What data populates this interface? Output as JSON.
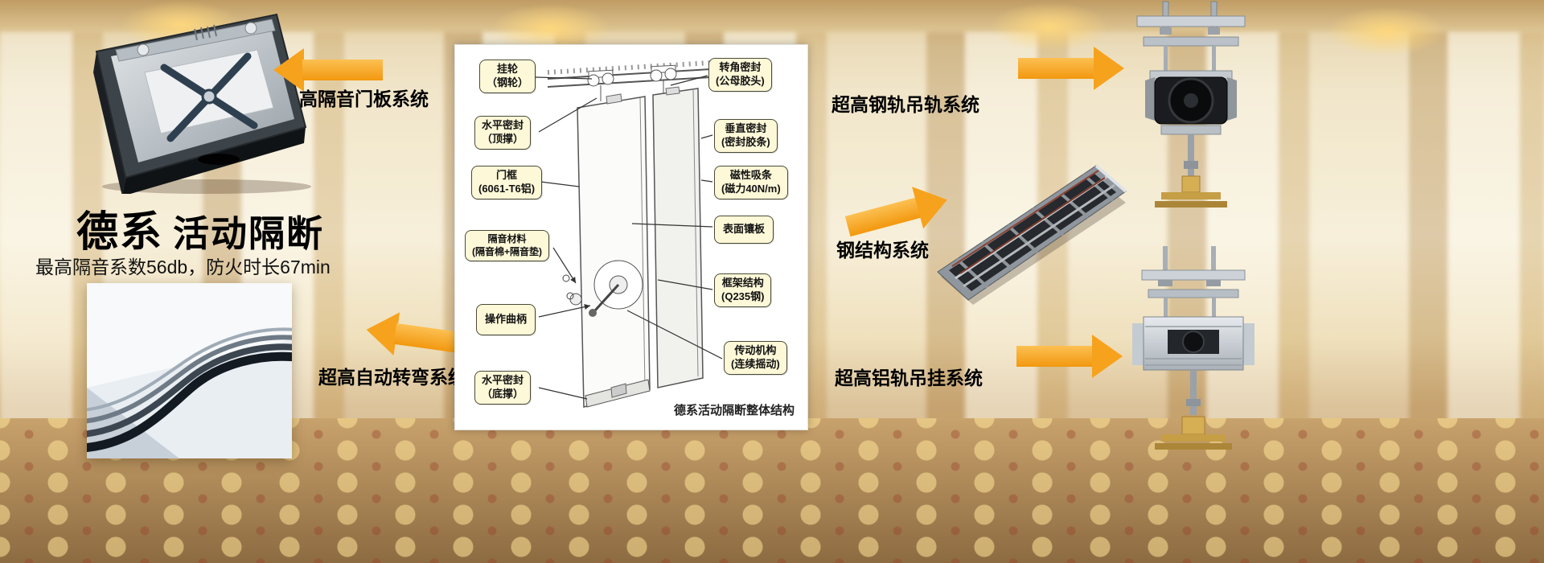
{
  "title": {
    "brand": "德系",
    "product": "活动隔断",
    "subtitle": "最高隔音系数56db，防火时长67min"
  },
  "system_labels": {
    "door_panel": "高隔音门板系统",
    "auto_turn": "超高自动转弯系统",
    "steel_rail": "超高钢轨吊轨系统",
    "steel_structure": "钢结构系统",
    "alu_rail": "超高铝轨吊挂系统"
  },
  "diagram": {
    "caption": "德系活动隔断整体结构",
    "left_callouts": [
      {
        "line1": "挂轮",
        "line2": "（钢轮）"
      },
      {
        "line1": "水平密封",
        "line2": "（顶撑）"
      },
      {
        "line1": "门框",
        "line2": "(6061-T6铝)"
      },
      {
        "line1": "隔音材料",
        "line2": "(隔音棉+隔音垫)"
      },
      {
        "line1": "操作曲柄",
        "line2": ""
      },
      {
        "line1": "水平密封",
        "line2": "（底撑）"
      }
    ],
    "right_callouts": [
      {
        "line1": "转角密封",
        "line2": "(公母胶头)"
      },
      {
        "line1": "垂直密封",
        "line2": "(密封胶条)"
      },
      {
        "line1": "磁性吸条",
        "line2": "(磁力40N/m)"
      },
      {
        "line1": "表面镶板",
        "line2": ""
      },
      {
        "line1": "框架结构",
        "line2": "(Q235钢)"
      },
      {
        "line1": "传动机构",
        "line2": "(连续摇动)"
      }
    ]
  },
  "colors": {
    "arrow_orange": "#f6a21c",
    "callout_yellow": "#fdf8d8",
    "panel_white": "#ffffff"
  }
}
